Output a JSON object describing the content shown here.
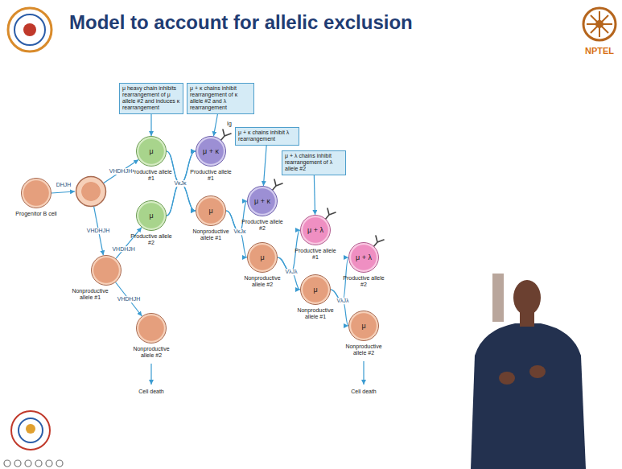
{
  "diagram": {
    "title": "Model to account for allelic exclusion",
    "nodes": [
      {
        "text": [
          "Progenitor B cell"
        ]
      },
      {
        "text": [
          "μ heavy chain inhibits rearrangement of μ allele #2 and induces κ rearrangement"
        ]
      },
      {
        "text": [
          "μ",
          "Productive allele #1"
        ]
      },
      {
        "text": [
          "μ",
          "Productive allele #2"
        ]
      },
      {
        "text": [
          "Nonproductive allele #1"
        ]
      },
      {
        "text": [
          "Nonproductive allele #2"
        ]
      },
      {
        "text": [
          "μ + κ chains inhibit rearrangement of κ allele #2 and λ rearrangement"
        ]
      },
      {
        "text": [
          "μ + κ",
          "Productive allele #1"
        ]
      },
      {
        "text": [
          "μ",
          "Nonproductive allele #1"
        ]
      },
      {
        "text": [
          "μ + κ chains inhibit λ rearrangement"
        ]
      },
      {
        "text": [
          "μ + κ",
          "Productive allele #2"
        ]
      },
      {
        "text": [
          "μ",
          "Nonproductive allele #2"
        ]
      },
      {
        "text": [
          "μ + λ chains inhibit rearrangement of λ allele #2"
        ]
      },
      {
        "text": [
          "μ + λ",
          "Productive allele #1"
        ]
      },
      {
        "text": [
          "μ",
          "Nonproductive allele #1"
        ]
      },
      {
        "text": [
          "μ + λ",
          "Productive allele #2"
        ]
      },
      {
        "text": [
          "μ",
          "Nonproductive allele #2"
        ]
      }
    ],
    "edges": [
      {
        "from": 1,
        "to": 2,
        "arrow": "to"
      },
      {
        "from": 4,
        "to": 3,
        "label": "VHDHJH",
        "arrow": "to"
      },
      {
        "from": 4,
        "to": 5,
        "label": "VHDHJH",
        "arrow": "to"
      },
      {
        "from": 6,
        "to": 7,
        "arrow": "to"
      },
      {
        "from": 2,
        "to": 7,
        "label": "VκJκ",
        "arrow": "to"
      },
      {
        "from": 2,
        "to": 8,
        "arrow": "to"
      },
      {
        "from": 3,
        "to": 7,
        "arrow": "to"
      },
      {
        "from": 3,
        "to": 8,
        "arrow": "to"
      },
      {
        "from": 9,
        "to": 10,
        "arrow": "to"
      },
      {
        "from": 8,
        "to": 10,
        "label": "VκJκ",
        "arrow": "to"
      },
      {
        "from": 8,
        "to": 11,
        "arrow": "to"
      },
      {
        "from": 12,
        "to": 13,
        "arrow": "to"
      },
      {
        "from": 11,
        "to": 13,
        "label": "VλJλ",
        "arrow": "to"
      },
      {
        "from": 11,
        "to": 14,
        "arrow": "to"
      },
      {
        "from": 14,
        "to": 15,
        "label": "VλJλ",
        "arrow": "to"
      },
      {
        "from": 14,
        "to": 16,
        "arrow": "to"
      }
    ],
    "labels": [
      "DHJH",
      "VHDHJH",
      "VHDHJH",
      "Ig",
      "Cell death",
      "Cell death",
      "NPTEL"
    ]
  }
}
